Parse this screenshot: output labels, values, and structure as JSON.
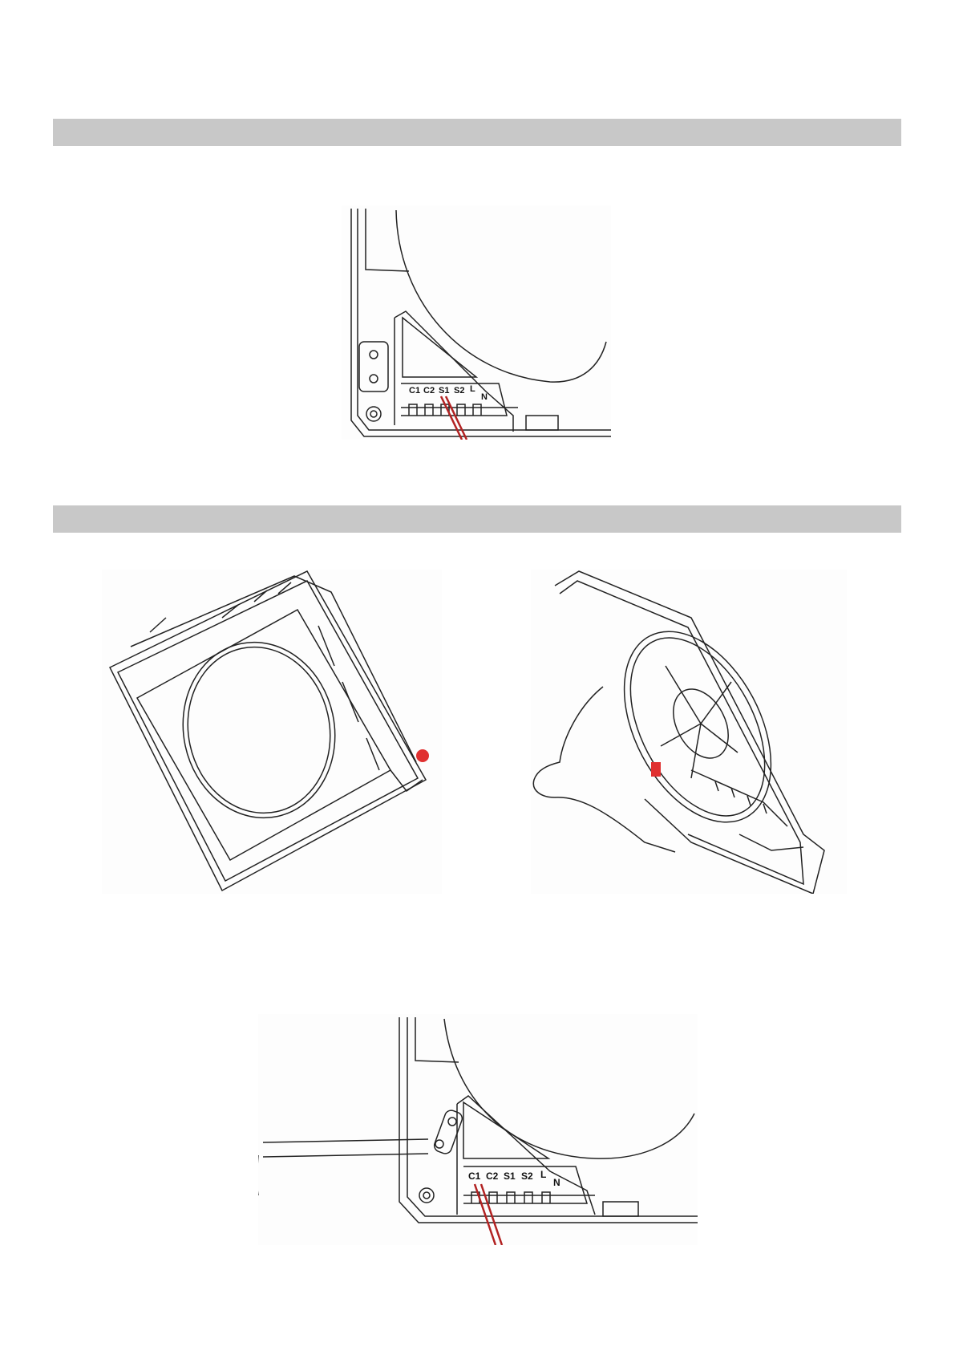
{
  "figure1": {
    "terminal_labels": [
      "C1",
      "C2",
      "S1",
      "S2",
      "L",
      "N"
    ]
  },
  "figure4": {
    "terminal_labels": [
      "C1",
      "C2",
      "S1",
      "S2",
      "L",
      "N"
    ]
  },
  "colors": {
    "section_bar": "#c8c8c8",
    "wire": "#b22222",
    "highlight": "#e03030"
  }
}
